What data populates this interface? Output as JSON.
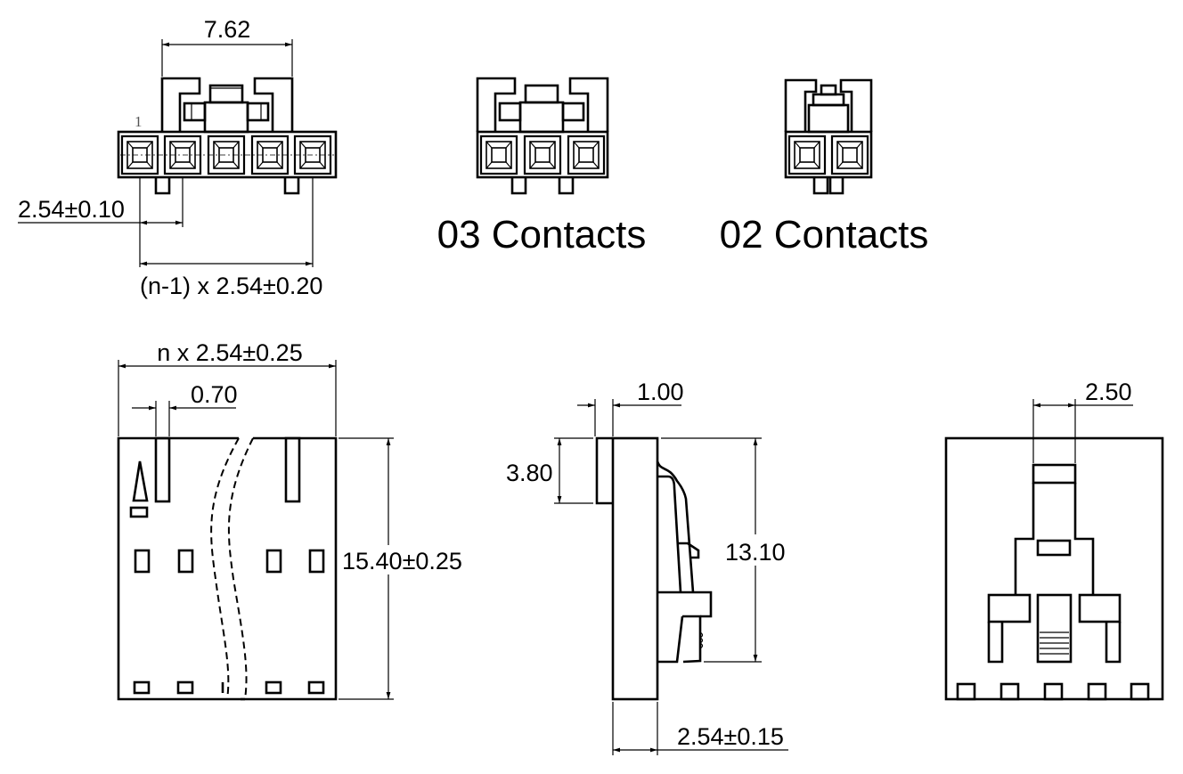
{
  "drawing": {
    "front_view": {
      "pin_one_label": "1",
      "dim_latch_width": "7.62",
      "dim_pitch": "2.54±0.10",
      "dim_span": "(n-1) x 2.54±0.20"
    },
    "variant_3": {
      "caption": "03 Contacts"
    },
    "variant_2": {
      "caption": "02 Contacts"
    },
    "bottom_view": {
      "dim_width": "n x 2.54±0.25",
      "dim_slot": "0.70",
      "dim_height": "15.40±0.25"
    },
    "side_view": {
      "dim_flap_thickness": "1.00",
      "dim_flap_height": "3.80",
      "dim_latch_height": "13.10",
      "dim_body_thickness": "2.54±0.15"
    },
    "rear_view": {
      "dim_latch_width": "2.50"
    }
  }
}
